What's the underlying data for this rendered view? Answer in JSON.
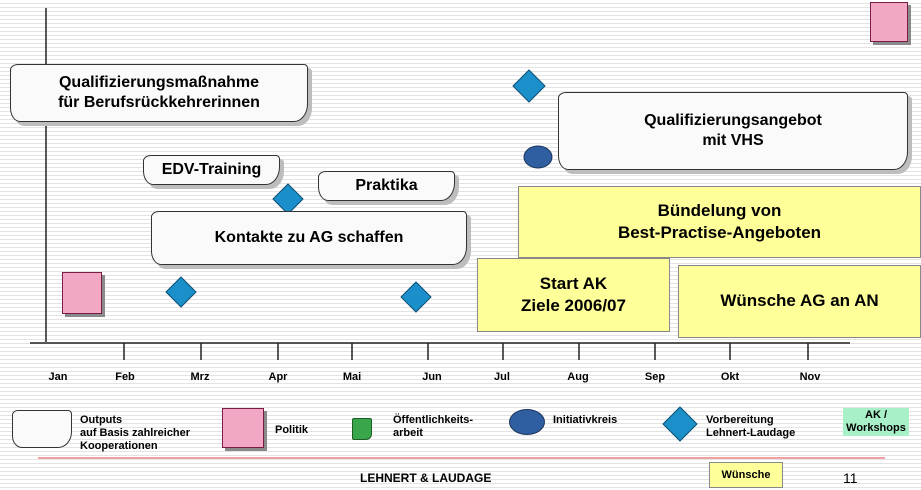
{
  "items": {
    "quali_rueckkehrer": "Qualifizierungsmaßnahme\nfür Berufsrückkehrerinnen",
    "edv_training": "EDV-Training",
    "praktika": "Praktika",
    "kontakte_ag": "Kontakte zu AG schaffen",
    "quali_vhs": "Qualifizierungsangebot\nmit VHS",
    "buendelung": "Bündelung von\nBest-Practise-Angeboten",
    "start_ak": "Start AK\nZiele 2006/07",
    "wuensche_ag": "Wünsche AG an AN"
  },
  "months": [
    "Jan",
    "Feb",
    "Mrz",
    "Apr",
    "Mai",
    "Jun",
    "Jul",
    "Aug",
    "Sep",
    "Okt",
    "Nov"
  ],
  "legend": {
    "outputs": "Outputs\nauf Basis zahlreicher\nKooperationen",
    "politik": "Politik",
    "oeffentlichkeit": "Öffentlichkeits-\narbeit",
    "initiativkreis": "Initiativkreis",
    "vorbereitung": "Vorbereitung\nLehnert-Laudage",
    "ak_workshops": "AK /\nWorkshops"
  },
  "footer": {
    "company": "LEHNERT & LAUDAGE",
    "wuensche": "Wünsche",
    "page": "11"
  },
  "colors": {
    "yellow": "#ffff99",
    "diamond": "#1a8fc9",
    "politik": "#f2a7c4",
    "oeffentlichkeit": "#3aa64a",
    "initiativkreis": "#2f5fa0",
    "ak_workshops": "#a8f0c8",
    "red_line": "#e04040"
  }
}
